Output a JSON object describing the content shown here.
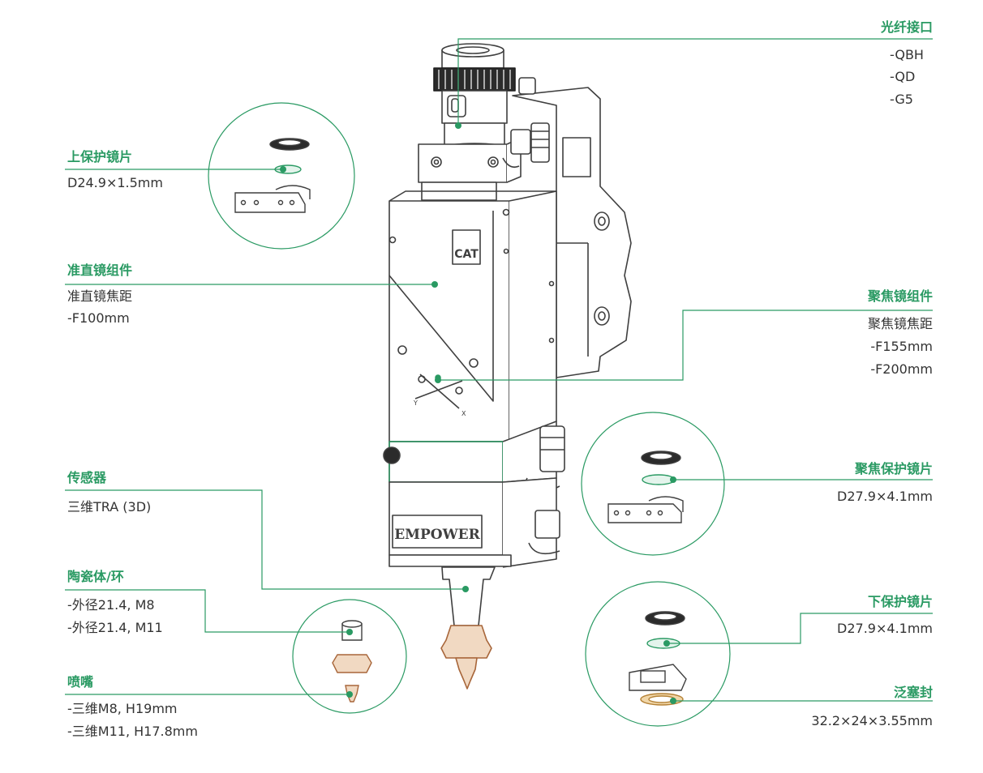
{
  "colors": {
    "accent": "#2a9a63",
    "text": "#333333",
    "line": "#3f3f3f",
    "brass": "#c8844a"
  },
  "labels": {
    "fiber": {
      "title": "光纤接口",
      "specs": [
        "-QBH",
        "-QD",
        "-G5"
      ]
    },
    "upper_window": {
      "title": "上保护镜片",
      "specs": [
        "D24.9×1.5mm"
      ]
    },
    "collimator": {
      "title": "准直镜组件",
      "specs": [
        "准直镜焦距",
        "-F100mm"
      ]
    },
    "focus_assembly": {
      "title": "聚焦镜组件",
      "specs": [
        "聚焦镜焦距",
        "-F155mm",
        "-F200mm"
      ]
    },
    "sensor": {
      "title": "传感器",
      "specs": [
        "三维TRA (3D)"
      ]
    },
    "focus_window": {
      "title": "聚焦保护镜片",
      "specs": [
        "D27.9×4.1mm"
      ]
    },
    "ceramic": {
      "title": "陶瓷体/环",
      "specs": [
        "-外径21.4, M8",
        "-外径21.4, M11"
      ]
    },
    "lower_window": {
      "title": "下保护镜片",
      "specs": [
        "D27.9×4.1mm"
      ]
    },
    "nozzle": {
      "title": "喷嘴",
      "specs": [
        "-三维M8, H19mm",
        "-三维M11, H17.8mm"
      ]
    },
    "seal": {
      "title": "泛塞封",
      "specs": [
        "32.2×24×3.55mm"
      ]
    }
  },
  "head": {
    "brand": "EMPOWER",
    "logo": "CAT",
    "axis_x": "X",
    "axis_y": "Y"
  }
}
